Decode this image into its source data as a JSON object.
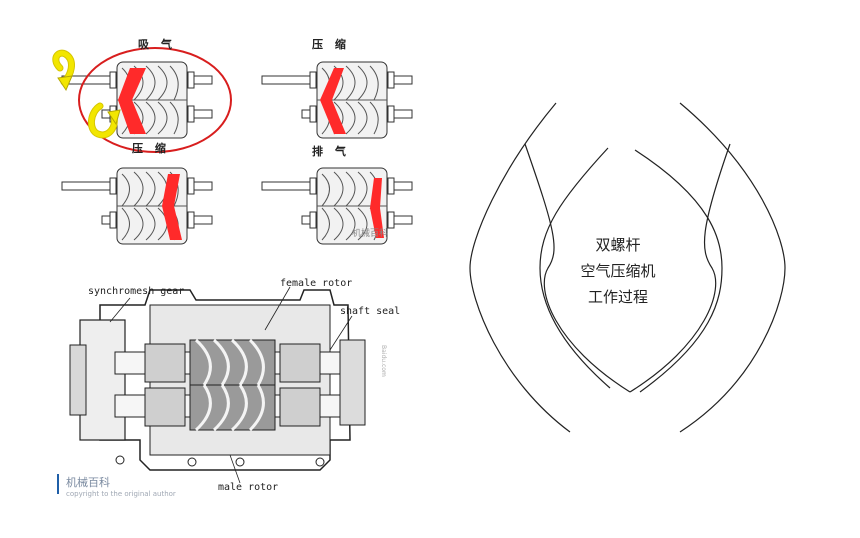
{
  "rotor_panels": {
    "intake_label": "吸 气",
    "compress_label_1": "压 缩",
    "compress_label_2": "压 缩",
    "exhaust_label": "排 气",
    "watermark_top": "机械百科"
  },
  "cross_section": {
    "synchromesh_gear": "synchromesh gear",
    "female_rotor": "female rotor",
    "shaft_seal": "shaft seal",
    "male_rotor": "male rotor"
  },
  "bottom_watermark": {
    "brand": "机械百科",
    "copyright": "copyright to the original author"
  },
  "side_watermark": "Baidu.com",
  "center_title": {
    "line1": "双螺杆",
    "line2": "空气压缩机",
    "line3": "工作过程"
  },
  "colors": {
    "highlight_red": "#ff2a2a",
    "arrow_yellow": "#f2e600",
    "ellipse_red": "#d81e1e",
    "line": "#222222"
  }
}
